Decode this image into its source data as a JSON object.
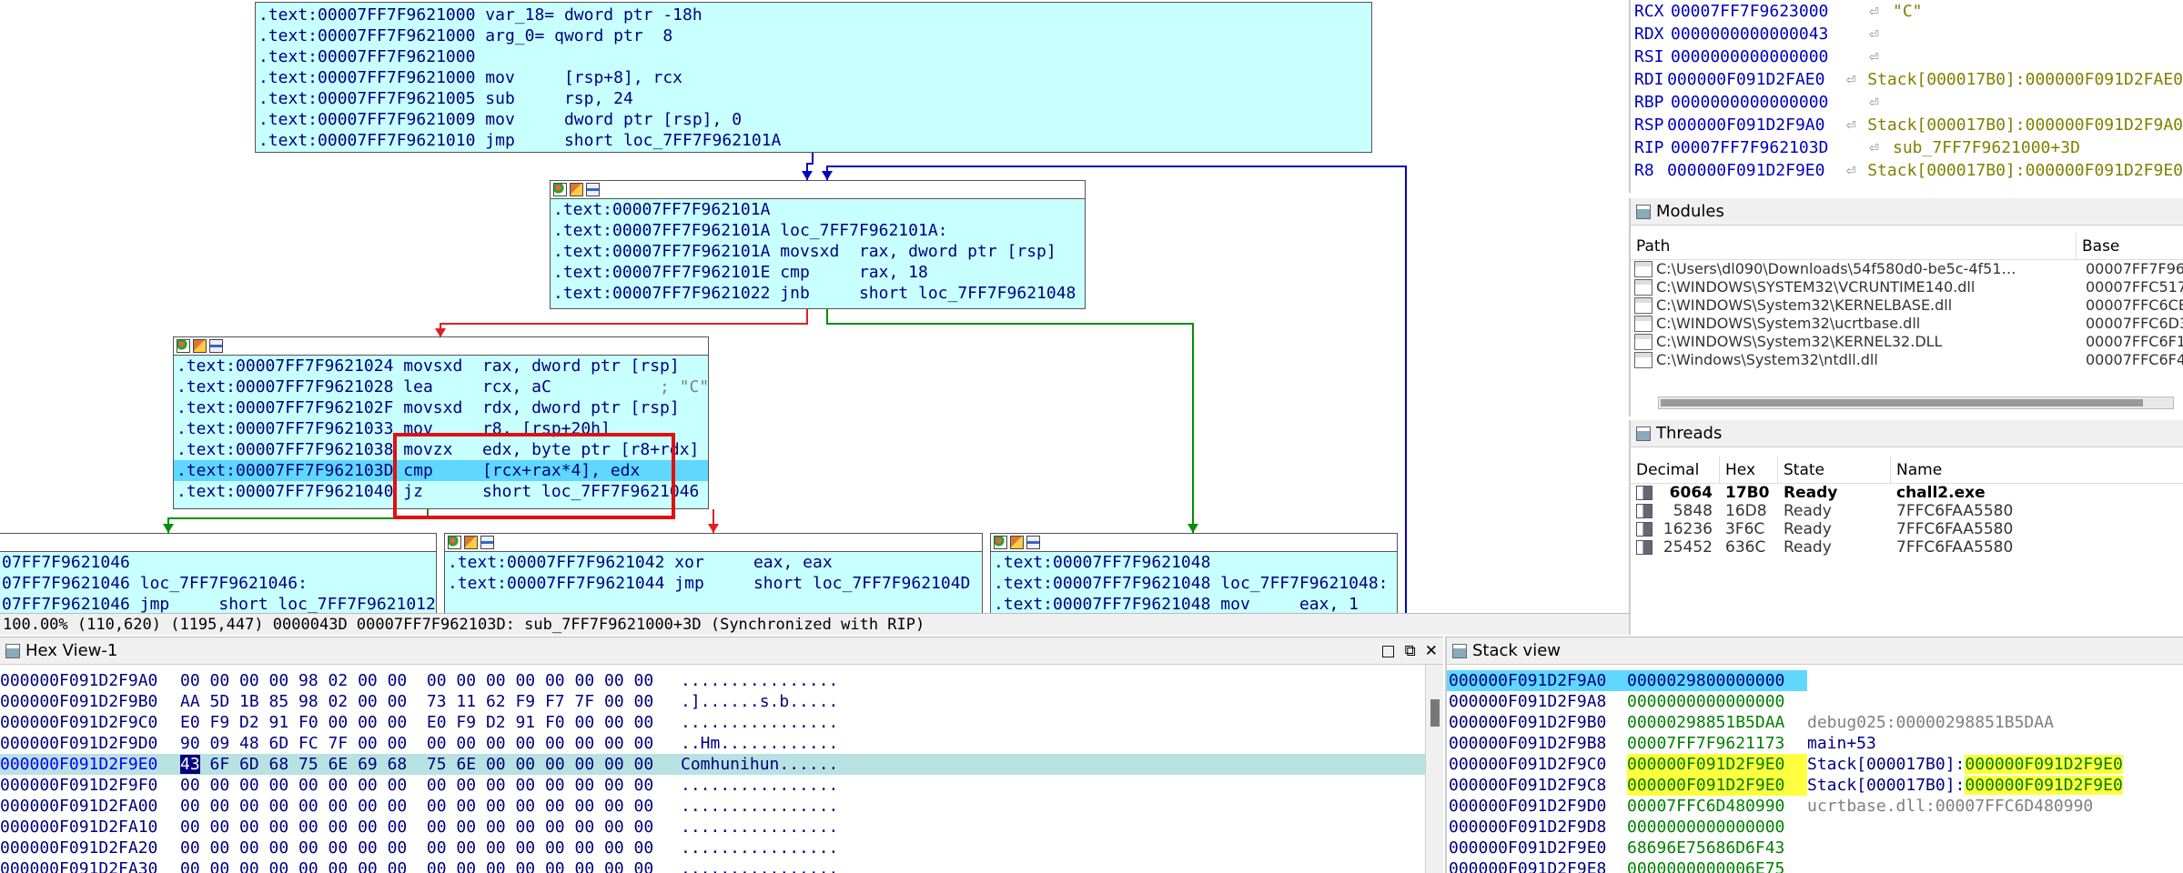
{
  "graph": {
    "block_entry": [
      [
        ".text:00007FF7F9621000",
        "var_18= dword ptr -18h"
      ],
      [
        ".text:00007FF7F9621000",
        "arg_0= qword ptr  8"
      ],
      [
        ".text:00007FF7F9621000",
        ""
      ],
      [
        ".text:00007FF7F9621000",
        "mov     [rsp+8], rcx"
      ],
      [
        ".text:00007FF7F9621005",
        "sub     rsp, 24"
      ],
      [
        ".text:00007FF7F9621009",
        "mov     dword ptr [rsp], 0"
      ],
      [
        ".text:00007FF7F9621010",
        "jmp     short loc_7FF7F962101A"
      ]
    ],
    "block_loop": [
      [
        ".text:00007FF7F962101A",
        ""
      ],
      [
        ".text:00007FF7F962101A",
        "loc_7FF7F962101A:"
      ],
      [
        ".text:00007FF7F962101A",
        "movsxd  rax, dword ptr [rsp]"
      ],
      [
        ".text:00007FF7F962101E",
        "cmp     rax, 18"
      ],
      [
        ".text:00007FF7F9621022",
        "jnb     short loc_7FF7F9621048"
      ]
    ],
    "block_cmp": [
      [
        ".text:00007FF7F9621024",
        "movsxd  rax, dword ptr [rsp]",
        ""
      ],
      [
        ".text:00007FF7F9621028",
        "lea     rcx, aC",
        "           ; \"C\""
      ],
      [
        ".text:00007FF7F962102F",
        "movsxd  rdx, dword ptr [rsp]",
        ""
      ],
      [
        ".text:00007FF7F9621033",
        "mov     r8, [rsp+20h]",
        ""
      ],
      [
        ".text:00007FF7F9621038",
        "movzx   edx, byte ptr [r8+rdx]",
        ""
      ],
      [
        ".text:00007FF7F962103D",
        "cmp     [rcx+rax*4], edx",
        ""
      ],
      [
        ".text:00007FF7F9621040",
        "jz      short loc_7FF7F9621046",
        ""
      ]
    ],
    "block_left": [
      [
        "07FF7F9621046",
        ""
      ],
      [
        "07FF7F9621046",
        "loc_7FF7F9621046:"
      ],
      [
        "07FF7F9621046",
        "jmp     short loc_7FF7F9621012"
      ]
    ],
    "block_mid": [
      [
        ".text:00007FF7F9621042",
        "xor     eax, eax"
      ],
      [
        ".text:00007FF7F9621044",
        "jmp     short loc_7FF7F962104D"
      ]
    ],
    "block_right": [
      [
        ".text:00007FF7F9621048",
        ""
      ],
      [
        ".text:00007FF7F9621048",
        "loc_7FF7F9621048:"
      ],
      [
        ".text:00007FF7F9621048",
        "mov     eax, 1"
      ]
    ]
  },
  "status_bar": "100.00% (110,620) (1195,447) 0000043D 00007FF7F962103D: sub_7FF7F9621000+3D (Synchronized with RIP)",
  "registers": [
    {
      "name": "RCX",
      "value": "00007FF7F9623000",
      "comment": "\"C\""
    },
    {
      "name": "RDX",
      "value": "0000000000000043",
      "comment": ""
    },
    {
      "name": "RSI",
      "value": "0000000000000000",
      "comment": ""
    },
    {
      "name": "RDI",
      "value": "000000F091D2FAE0",
      "comment": "Stack[000017B0]:000000F091D2FAE0"
    },
    {
      "name": "RBP",
      "value": "0000000000000000",
      "comment": ""
    },
    {
      "name": "RSP",
      "value": "000000F091D2F9A0",
      "comment": "Stack[000017B0]:000000F091D2F9A0"
    },
    {
      "name": "RIP",
      "value": "00007FF7F962103D",
      "comment": "sub_7FF7F9621000+3D"
    },
    {
      "name": "R8",
      "value": "000000F091D2F9E0",
      "comment": "Stack[000017B0]:000000F091D2F9E0"
    }
  ],
  "modules": {
    "title": "Modules",
    "col_path": "Path",
    "col_base": "Base",
    "rows": [
      {
        "path": "C:\\Users\\dl090\\Downloads\\54f580d0-be5c-4f51…",
        "base": "00007FF7F96"
      },
      {
        "path": "C:\\WINDOWS\\SYSTEM32\\VCRUNTIME140.dll",
        "base": "00007FFC517"
      },
      {
        "path": "C:\\WINDOWS\\System32\\KERNELBASE.dll",
        "base": "00007FFC6CE"
      },
      {
        "path": "C:\\WINDOWS\\System32\\ucrtbase.dll",
        "base": "00007FFC6D3"
      },
      {
        "path": "C:\\WINDOWS\\System32\\KERNEL32.DLL",
        "base": "00007FFC6F1"
      },
      {
        "path": "C:\\Windows\\System32\\ntdll.dll",
        "base": "00007FFC6F4"
      }
    ]
  },
  "threads": {
    "title": "Threads",
    "col_decimal": "Decimal",
    "col_hex": "Hex",
    "col_state": "State",
    "col_name": "Name",
    "rows": [
      {
        "dec": "6064",
        "hex": "17B0",
        "state": "Ready",
        "name": "chall2.exe"
      },
      {
        "dec": "5848",
        "hex": "16D8",
        "state": "Ready",
        "name": "7FFC6FAA5580"
      },
      {
        "dec": "16236",
        "hex": "3F6C",
        "state": "Ready",
        "name": "7FFC6FAA5580"
      },
      {
        "dec": "25452",
        "hex": "636C",
        "state": "Ready",
        "name": "7FFC6FAA5580"
      }
    ]
  },
  "hexview": {
    "title": "Hex View-1",
    "rows": [
      {
        "addr": "000000F091D2F9A0",
        "bytes": "00 00 00 00 98 02 00 00  00 00 00 00 00 00 00 00",
        "ascii": "................"
      },
      {
        "addr": "000000F091D2F9B0",
        "bytes": "AA 5D 1B 85 98 02 00 00  73 11 62 F9 F7 7F 00 00",
        "ascii": ".]......s.b....."
      },
      {
        "addr": "000000F091D2F9C0",
        "bytes": "E0 F9 D2 91 F0 00 00 00  E0 F9 D2 91 F0 00 00 00",
        "ascii": "................"
      },
      {
        "addr": "000000F091D2F9D0",
        "bytes": "90 09 48 6D FC 7F 00 00  00 00 00 00 00 00 00 00",
        "ascii": "..Hm............"
      },
      {
        "addr": "000000F091D2F9E0",
        "first_byte": "43",
        "bytes": " 6F 6D 68 75 6E 69 68  75 6E 00 00 00 00 00 00",
        "ascii": "Comhunihun......"
      },
      {
        "addr": "000000F091D2F9F0",
        "bytes": "00 00 00 00 00 00 00 00  00 00 00 00 00 00 00 00",
        "ascii": "................"
      },
      {
        "addr": "000000F091D2FA00",
        "bytes": "00 00 00 00 00 00 00 00  00 00 00 00 00 00 00 00",
        "ascii": "................"
      },
      {
        "addr": "000000F091D2FA10",
        "bytes": "00 00 00 00 00 00 00 00  00 00 00 00 00 00 00 00",
        "ascii": "................"
      },
      {
        "addr": "000000F091D2FA20",
        "bytes": "00 00 00 00 00 00 00 00  00 00 00 00 00 00 00 00",
        "ascii": "................"
      },
      {
        "addr": "000000F091D2FA30",
        "bytes": "00 00 00 00 00 00 00 00  00 00 00 00 00 00 00 00",
        "ascii": "................"
      }
    ]
  },
  "stackview": {
    "title": "Stack view",
    "rows": [
      {
        "addr": "000000F091D2F9A0",
        "val": "0000029800000000",
        "comment": ""
      },
      {
        "addr": "000000F091D2F9A8",
        "val": "0000000000000000",
        "comment": ""
      },
      {
        "addr": "000000F091D2F9B0",
        "val": "00000298851B5DAA",
        "comment": "debug025:00000298851B5DAA"
      },
      {
        "addr": "000000F091D2F9B8",
        "val": "00007FF7F9621173",
        "comment": "main+53"
      },
      {
        "addr": "000000F091D2F9C0",
        "val": "000000F091D2F9E0",
        "comment": "Stack[000017B0]:",
        "comment2": "000000F091D2F9E0"
      },
      {
        "addr": "000000F091D2F9C8",
        "val": "000000F091D2F9E0",
        "comment": "Stack[000017B0]:",
        "comment2": "000000F091D2F9E0"
      },
      {
        "addr": "000000F091D2F9D0",
        "val": "00007FFC6D480990",
        "comment": "ucrtbase.dll:00007FFC6D480990"
      },
      {
        "addr": "000000F091D2F9D8",
        "val": "0000000000000000",
        "comment": ""
      },
      {
        "addr": "000000F091D2F9E0",
        "val": "68696E75686D6F43",
        "comment": ""
      },
      {
        "addr": "000000F091D2F9E8",
        "val": "0000000000006E75",
        "comment": ""
      }
    ]
  },
  "icons": {
    "maximize": "□",
    "restore": "⧉",
    "close": "✕",
    "reg_arrow": "⏎"
  }
}
